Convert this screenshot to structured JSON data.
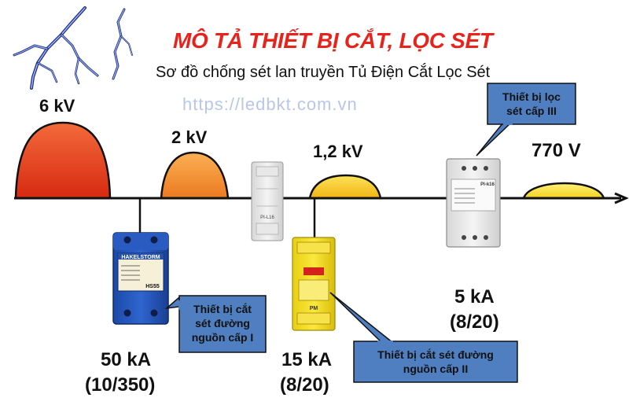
{
  "title": "MÔ TẢ THIẾT BỊ CẮT, LỌC SÉT",
  "subtitle": "Sơ đồ chống sét lan truyền Tủ Điện Cắt Lọc Sét",
  "watermark": "https://ledbkt.com.vn",
  "voltages": {
    "v1": "6 kV",
    "v2": "2 kV",
    "v3": "1,2 kV",
    "v4": "770 V"
  },
  "currents": {
    "c1_value": "50 kA",
    "c1_wave": "(10/350)",
    "c2_value": "15 kA",
    "c2_wave": "(8/20)",
    "c3_value": "5 kA",
    "c3_wave": "(8/20)"
  },
  "callouts": {
    "class1": [
      "Thiết bị cắt",
      "sét đường",
      "nguồn cấp I"
    ],
    "class2": [
      "Thiết bị cắt sét đường",
      "nguồn cấp II"
    ],
    "class3": [
      "Thiết bị lọc",
      "sét cấp III"
    ]
  },
  "devices": {
    "class1_brand": "HAKELSTORM",
    "class1_model": "HS55",
    "class2_model": "PM",
    "class3_model": "PI-k16",
    "small_model": "PI-L16"
  },
  "colors": {
    "title": "#e8231c",
    "callout_fill": "#4f7fc1",
    "pulse1": "#e8401c",
    "pulse2": "#f08a28",
    "pulse3": "#f6c21a",
    "pulse4": "#f6dc2a"
  }
}
